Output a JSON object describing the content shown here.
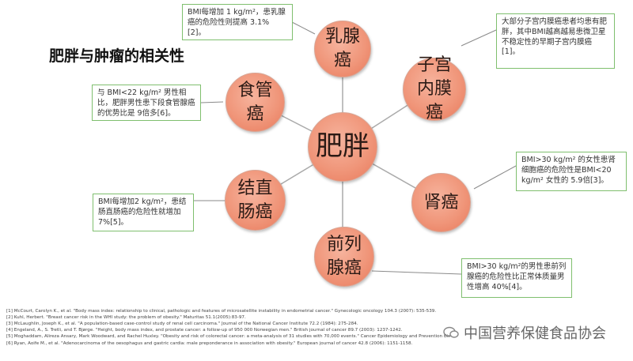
{
  "title": "肥胖与肿瘤的相关性",
  "center": "肥胖",
  "nodes": {
    "breast": "乳腺癌",
    "uterine": "子宫内膜癌",
    "kidney": "肾癌",
    "prostate": "前列腺癌",
    "colorectal": "结直肠癌",
    "esophageal": "食管癌"
  },
  "notes": {
    "breast": "BMI每增加 1 kg/m²，患乳腺癌的危险性则提高 3.1%[2]。",
    "uterine": "大部分子宫内膜癌患者均患有肥胖，其中BMI越高越易患微卫星不稳定性的早期子宫内膜癌[1]。",
    "kidney": "BMI>30 kg/m² 的女性患肾细胞癌的危险性是BMI<20 kg/m² 女性的 5.9倍[3]。",
    "prostate": "BMI>30 kg/m²的男性患前列腺癌的危险性比正常体质量男性增高 40%[4]。",
    "colorectal": "BMI每增加2 kg/m²，患结肠直肠癌的危险性就增加7%[5]。",
    "esophageal": "与 BMI<22 kg/m² 男性相比，肥胖男性患下段食管腺癌的优势比是 9倍多[6]。"
  },
  "references": [
    "[1] McCourt, Carolyn K., et al. \"Body mass index: relationship to clinical, pathologic and features of microsatellite instability in endometrial cancer.\" Gynecologic oncology 104.3 (2007): 535-539.",
    "[2] Kuhl, Herbert. \"Breast cancer risk in the WHI study: the problem of obesity.\" Maturitas 51.1(2005):83-97.",
    "[3] McLaughlin, Joseph K., et al. \"A population-based case-control study of renal cell carcinoma.\" Journal of the National Cancer Institute 72.2 (1984): 275-284.",
    "[4] Engeland, A., S. Tretli, and T. Bjørge. \"Height, body mass index, and prostate cancer: a follow-up of 950 000 Norwegian men.\" British journal of cancer 89.7 (2003): 1237-1242.",
    "[5] Moghaddam, Alireza Ansary, Mark Woodward, and Rachel Huxley. \"Obesity and risk of colorectal cancer: a meta-analysis of 31 studies with 70,000 events.\" Cancer Epidemiology and Prevention Biomarkers 16.12 (2007): 2533-2547.",
    "[6] Ryan, Aoife M., et al. \"Adenocarcinoma of the oesophagus and gastric cardia: male preponderance in association with obesity.\" European journal of cancer 42.8 (2006): 1151-1158."
  ],
  "watermark": "中国营养保健食品协会",
  "colors": {
    "node_fill": "#f0967a",
    "connector": "#a9a9a9",
    "note_border": "#7fbf6e"
  }
}
